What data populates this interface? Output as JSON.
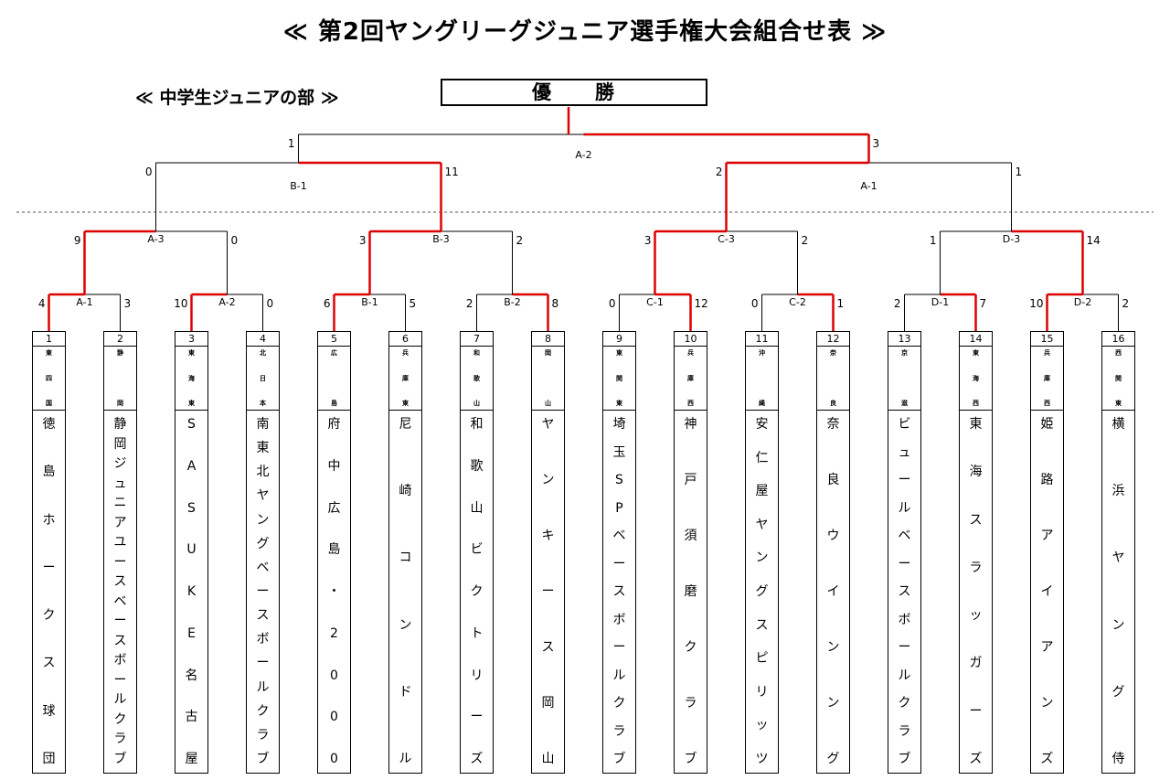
{
  "title": "≪ 第2回ヤングリーグジュニア選手権大会組合せ表 ≫",
  "subtitle": "≪ 中学生ジュニアの部 ≫",
  "champion_label": "優　　勝",
  "colors": {
    "line": "#000000",
    "winner": "#dd0000"
  },
  "teams": [
    {
      "num": "1",
      "pref": "東四国",
      "name": "徳島ホークス球団"
    },
    {
      "num": "2",
      "pref": "静岡",
      "name": "静岡ジュニアユースベースボールクラブ"
    },
    {
      "num": "3",
      "pref": "東海東",
      "name": "SASUKE名古屋"
    },
    {
      "num": "4",
      "pref": "北日本",
      "name": "南東北ヤングベースボールクラブ"
    },
    {
      "num": "5",
      "pref": "広島",
      "name": "府中広島・2000"
    },
    {
      "num": "6",
      "pref": "兵庫東",
      "name": "尼崎コンドル"
    },
    {
      "num": "7",
      "pref": "和歌山",
      "name": "和歌山ビクトリーズ"
    },
    {
      "num": "8",
      "pref": "岡山",
      "name": "ヤンキース岡山"
    },
    {
      "num": "9",
      "pref": "東関東",
      "name": "埼玉SPベースボールクラブ"
    },
    {
      "num": "10",
      "pref": "兵庫西",
      "name": "神戸須磨クラブ"
    },
    {
      "num": "11",
      "pref": "沖縄",
      "name": "安仁屋ヤングスピリッツ"
    },
    {
      "num": "12",
      "pref": "奈良",
      "name": "奈良ウインング"
    },
    {
      "num": "13",
      "pref": "京滋",
      "name": "ビュールベースボールクラブ"
    },
    {
      "num": "14",
      "pref": "東海西",
      "name": "東海スラッガーズ"
    },
    {
      "num": "15",
      "pref": "兵庫西",
      "name": "姫路アイアンズ"
    },
    {
      "num": "16",
      "pref": "西関東",
      "name": "横浜ヤング侍"
    }
  ],
  "rounds": {
    "r1": [
      {
        "label": "A-1",
        "scores": [
          "4",
          "3"
        ],
        "winner": 0
      },
      {
        "label": "A-2",
        "scores": [
          "10",
          "0"
        ],
        "winner": 0
      },
      {
        "label": "B-1",
        "scores": [
          "6",
          "5"
        ],
        "winner": 0
      },
      {
        "label": "B-2",
        "scores": [
          "2",
          "8"
        ],
        "winner": 1
      },
      {
        "label": "C-1",
        "scores": [
          "0",
          "12"
        ],
        "winner": 1
      },
      {
        "label": "C-2",
        "scores": [
          "0",
          "1"
        ],
        "winner": 1
      },
      {
        "label": "D-1",
        "scores": [
          "2",
          "7"
        ],
        "winner": 1
      },
      {
        "label": "D-2",
        "scores": [
          "10",
          "2"
        ],
        "winner": 0
      }
    ],
    "r2": [
      {
        "label": "A-3",
        "scores": [
          "9",
          "0"
        ],
        "winner": 0
      },
      {
        "label": "B-3",
        "scores": [
          "3",
          "2"
        ],
        "winner": 0
      },
      {
        "label": "C-3",
        "scores": [
          "3",
          "2"
        ],
        "winner": 0
      },
      {
        "label": "D-3",
        "scores": [
          "1",
          "14"
        ],
        "winner": 1
      }
    ],
    "r3": [
      {
        "label": "B-1",
        "scores": [
          "0",
          "11"
        ],
        "winner": 1
      },
      {
        "label": "A-1",
        "scores": [
          "2",
          "1"
        ],
        "winner": 0
      }
    ],
    "final": {
      "label": "A-2",
      "scores": [
        "1",
        "3"
      ],
      "winner": 1
    }
  }
}
